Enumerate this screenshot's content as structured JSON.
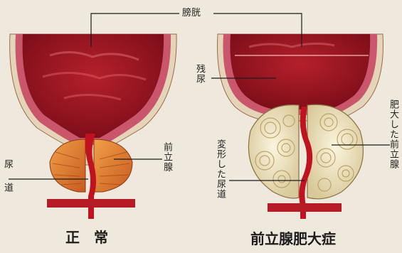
{
  "labels": {
    "bladder": "膀胱",
    "residual_urine": "残尿",
    "urethra": "尿道",
    "prostate": "前立腺",
    "deformed_urethra": "変形した尿道",
    "enlarged_prostate": "肥大した前立腺"
  },
  "captions": {
    "normal": "正　常",
    "bph": "前立腺肥大症"
  },
  "colors": {
    "background": "#efe8dc",
    "bladder_wall": "#b01e2a",
    "bladder_inner": "#8c0f1b",
    "wall_lining": "#d9c7a8",
    "prostate_normal": "#e07a34",
    "prostate_enlarged": "#efe6c6",
    "urethra": "#c1121f"
  }
}
